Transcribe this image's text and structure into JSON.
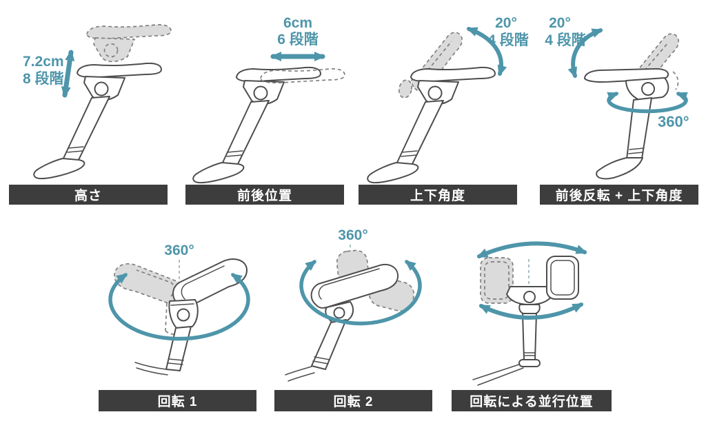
{
  "colors": {
    "background": "#FFFFFF",
    "accent_teal": "#4E95AA",
    "label_bar_bg": "#3D3D3D",
    "label_text": "#FFFFFF",
    "line_art": "#4D4D4D",
    "ghost_fill": "#DBDBDB"
  },
  "panels": {
    "height": {
      "label": "高さ",
      "measure": "7.2cm",
      "steps": "8 段階"
    },
    "slide": {
      "label": "前後位置",
      "measure": "6cm",
      "steps": "6 段階"
    },
    "tilt": {
      "label": "上下角度",
      "measure": "20°",
      "steps": "4 段階"
    },
    "flip_tilt": {
      "label": "前後反転 + 上下角度",
      "measure": "20°",
      "steps": "4 段階",
      "rotation": "360°"
    },
    "rotation1": {
      "label": "回転 1",
      "rotation": "360°"
    },
    "rotation2": {
      "label": "回転 2",
      "rotation": "360°"
    },
    "parallel": {
      "label": "回転による並行位置"
    }
  }
}
